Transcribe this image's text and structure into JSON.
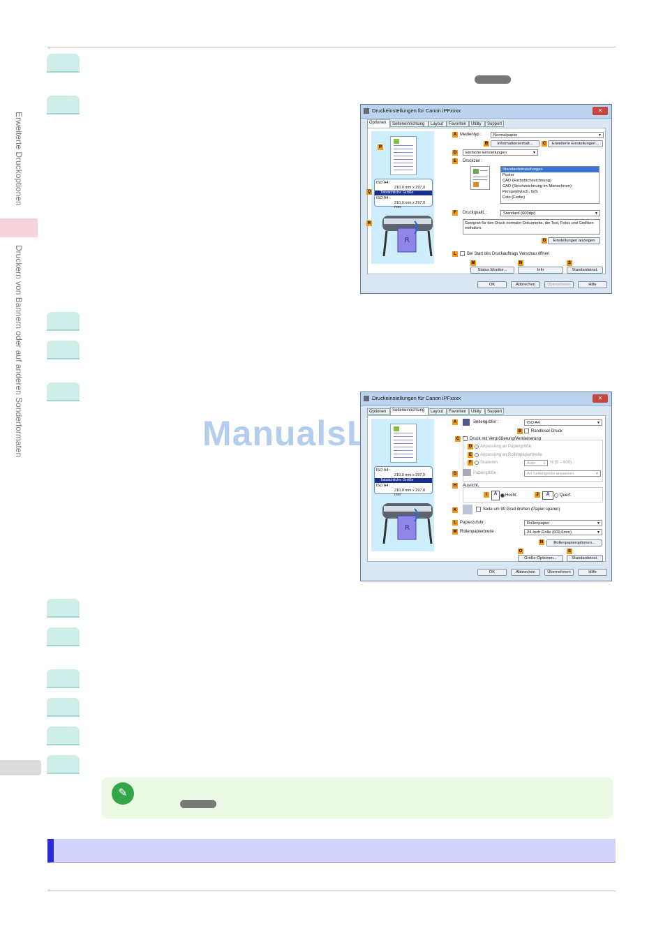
{
  "sidebar": {
    "chapter": "Erweiterte Druckoptionen",
    "section": "Druckern von Bannern oder auf anderen Sonderformaten"
  },
  "watermark": "ManualsLib.de",
  "colors": {
    "step_tab": "#cfeee9",
    "note_bg": "#eaf8e4",
    "section_bar": "#d3d4fb",
    "section_accent": "#2c2ad8",
    "label_orange": "#f29a18"
  },
  "dialog1": {
    "title": "Druckeinstellungen für Canon iPFxxxx",
    "close_label": "✕",
    "tabs": [
      "Optionen",
      "Seiteneinrichtung",
      "Layout",
      "Favoriten",
      "Utility",
      "Support"
    ],
    "active_tab": "Optionen",
    "labels": {
      "A": "A",
      "B": "B",
      "C": "C",
      "D": "D",
      "E": "E",
      "F": "F",
      "G": "G",
      "L": "L",
      "M": "M",
      "N": "N",
      "S": "S",
      "P": "P",
      "Q": "Q",
      "R": "R"
    },
    "medientyp_label": "Medientyp :",
    "medientyp_value": "Normalpapier",
    "info_button": "Informationserhalt...",
    "erweiterte_button": "Erweiterte Einstellungen...",
    "mode_value": "Einfache Einstellungen",
    "druckziel_label": "Druckziel :",
    "druckziel_items": [
      "Standardeinstellungen",
      "Poster",
      "CAD (Farbstrichzeichnung)",
      "CAD (Strichzeichnung im Monochrom)",
      "Perspektivisch, GIS",
      "Foto (Farbe)"
    ],
    "druckziel_selected": "Standardeinstellungen",
    "druckqual_label": "Druckqualit. :",
    "druckqual_value": "Standard (600dpi)",
    "description": "Geeignet für den Druck normaler Dokumente, die Text, Fotos und Grafiken enthalten.",
    "einstellungen_button": "Einstellungen anzeigen",
    "vorschau_label": "Bei Start des Druckauftrags Vorschau öffnen",
    "status_button": "Status Monitor...",
    "info2_button": "Info",
    "standard_button": "Standardeinst.",
    "preview_iso1": "ISO A4 :",
    "preview_size1": "210,0 mm x 297,0 mm",
    "preview_actual": "Tatsächliche Größe",
    "preview_iso2": "ISO A4 :",
    "preview_size2": "210,0 mm x 297,0 mm",
    "ok": "OK",
    "cancel": "Abbrechen",
    "apply": "Übernehmen",
    "help": "Hilfe"
  },
  "dialog2": {
    "title": "Druckeinstellungen für Canon iPFxxxx",
    "close_label": "✕",
    "tabs": [
      "Optionen",
      "Seiteneinrichtung",
      "Layout",
      "Favoriten",
      "Utility",
      "Support"
    ],
    "active_tab": "Seiteneinrichtung",
    "labels": {
      "A": "A",
      "B": "B",
      "C": "C",
      "D": "D",
      "E": "E",
      "F": "F",
      "G": "G",
      "H": "H",
      "I": "I",
      "J": "J",
      "K": "K",
      "L": "L",
      "M": "M",
      "N": "N",
      "O": "O",
      "S": "S"
    },
    "seitengroesse_label": "Seitengröße :",
    "seitengroesse_value": "ISO A4",
    "randlos_label": "Randloser Druck",
    "vergr_label": "Druck mit Vergrößerung/Verkleinerung",
    "anpassung_papier": "Anpassung an Papiergröße",
    "anpassung_rolle": "Anpassung an Rollenpapierbreite",
    "skalieren": "Skalieren",
    "skalieren_value": "Auto",
    "skalieren_range": "% (5 – 600)",
    "papiergroesse_label": "Papiergröße :",
    "papiergroesse_value": "An Seitengröße anpassen",
    "ausricht_label": "Ausricht.",
    "hochf": "Hochf.",
    "querf": "Querf.",
    "drehen_label": "Seite um 90 Grad drehen (Papier sparen)",
    "papierzufuhr_label": "Papierzufuhr :",
    "papierzufuhr_value": "Rollenpapier",
    "rollenbreite_label": "Rollenpapierbreite :",
    "rollenbreite_value": "24-Inch-Rolle (609,6mm)",
    "rollenoptionen_button": "Rollenpapieroptionen...",
    "groesse_button": "Größe-Optionen...",
    "standard_button": "Standardeinst.",
    "preview_iso1": "ISO A4 :",
    "preview_size1": "210,0 mm x 297,0 mm",
    "preview_actual": "Tatsächliche Größe",
    "preview_iso2": "ISO A4 :",
    "preview_size2": "210,0 mm x 297,0 mm",
    "ok": "OK",
    "cancel": "Abbrechen",
    "apply": "Übernehmen",
    "help": "Hilfe"
  }
}
